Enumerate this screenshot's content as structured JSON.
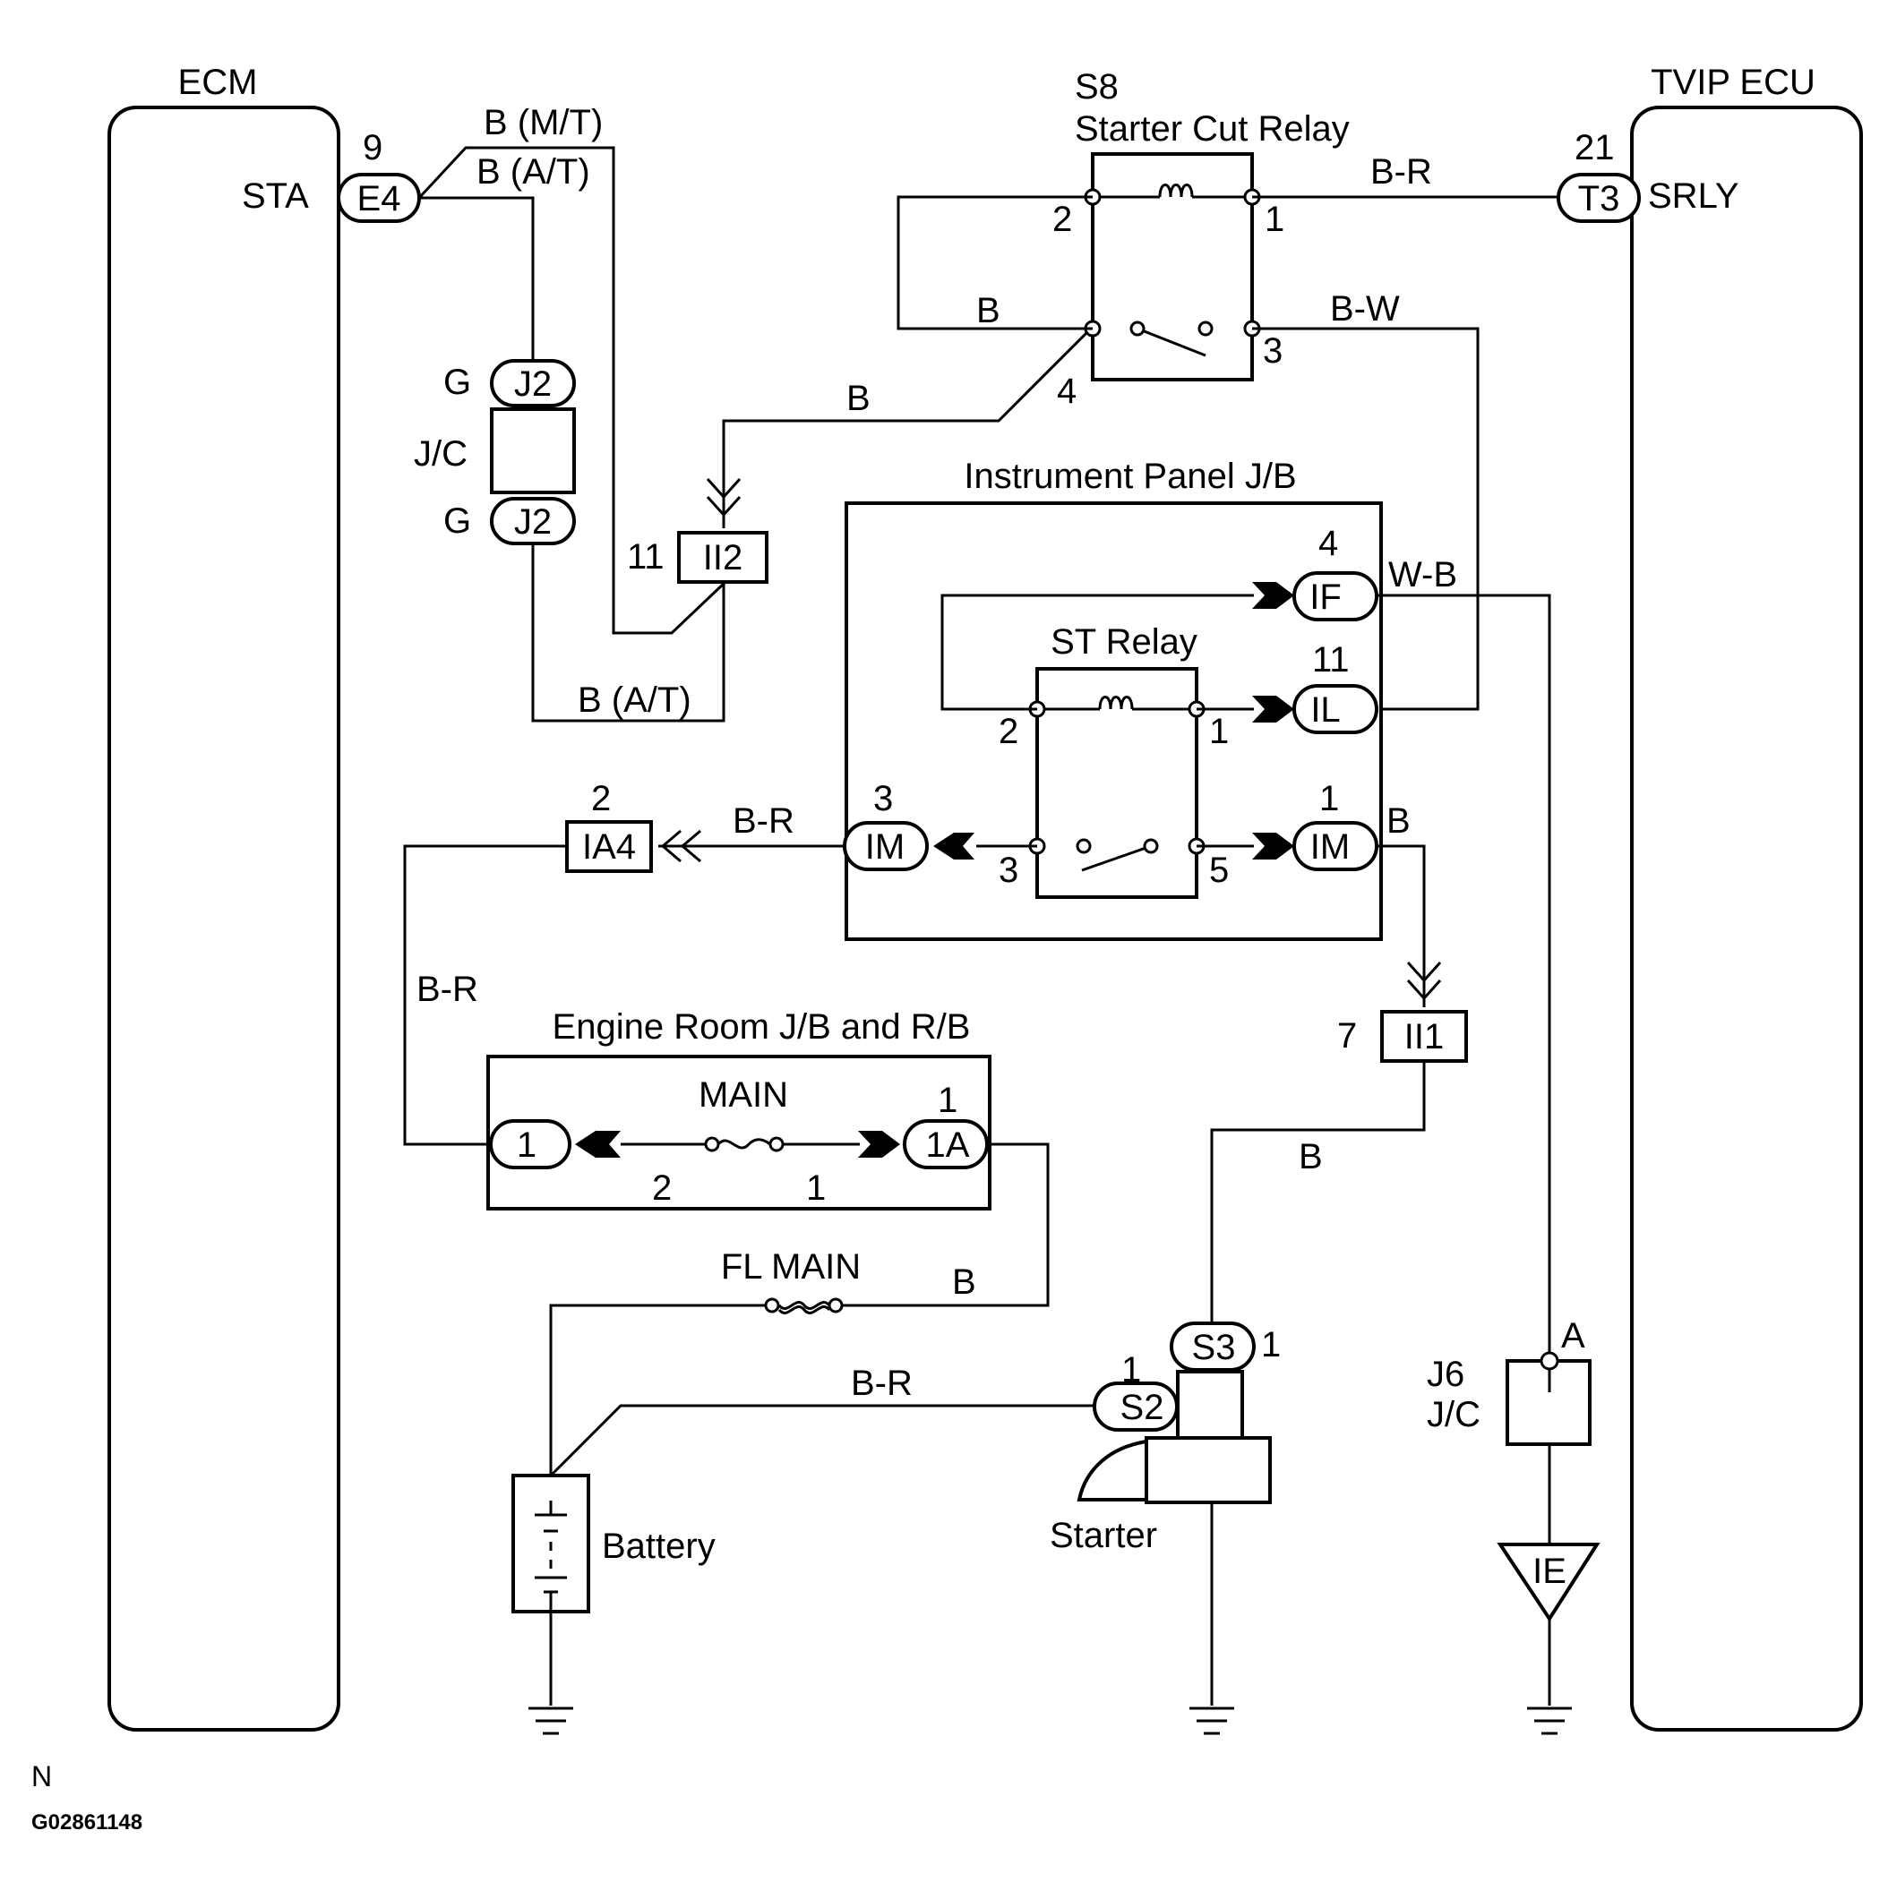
{
  "modules": {
    "ecm": "ECM",
    "tvip": "TVIP ECU",
    "sta": "STA",
    "srly": "SRLY"
  },
  "starter_cut": {
    "id": "S8",
    "name": "Starter Cut Relay",
    "p1": "1",
    "p2": "2",
    "p3": "3",
    "p4": "4"
  },
  "ip_jb": {
    "name": "Instrument Panel J/B",
    "st_relay": "ST Relay",
    "p1": "1",
    "p2": "2",
    "p3": "3",
    "p5": "5"
  },
  "er_jb": {
    "name": "Engine Room J/B and R/B",
    "fuse": "MAIN",
    "p2": "2",
    "p1": "1"
  },
  "connectors": {
    "e4": "E4",
    "e4_pin": "9",
    "t3": "T3",
    "t3_pin": "21",
    "j2a": "J2",
    "j2b": "J2",
    "g1": "G",
    "g2": "G",
    "jc": "J/C",
    "ii2": "II2",
    "ii2_pin": "11",
    "if": "IF",
    "if_pin": "4",
    "il": "IL",
    "il_pin": "11",
    "im_l": "IM",
    "im_l_pin": "3",
    "im_r": "IM",
    "im_r_pin": "1",
    "ia4": "IA4",
    "ia4_pin": "2",
    "ii1": "II1",
    "ii1_pin": "7",
    "c1": "1",
    "c1a": "1A",
    "c1a_pin": "1",
    "s3": "S3",
    "s3_pin": "1",
    "s2": "S2",
    "s2_pin": "1",
    "j6": "J6",
    "j6_jc": "J/C",
    "j6_a": "A",
    "ie": "IE"
  },
  "wires": {
    "b_mt": "B (M/T)",
    "b_at1": "B (A/T)",
    "b_at2": "B (A/T)",
    "br_top": "B-R",
    "b_relay": "B",
    "bw": "B-W",
    "b_ii2": "B",
    "wb": "W-B",
    "br_im": "B-R",
    "b_im": "B",
    "br_left": "B-R",
    "b_ii1": "B",
    "b_fl": "B",
    "br_bat": "B-R"
  },
  "parts": {
    "fl_main": "FL MAIN",
    "battery": "Battery",
    "starter": "Starter"
  },
  "footer": {
    "n": "N",
    "code": "G02861148"
  }
}
